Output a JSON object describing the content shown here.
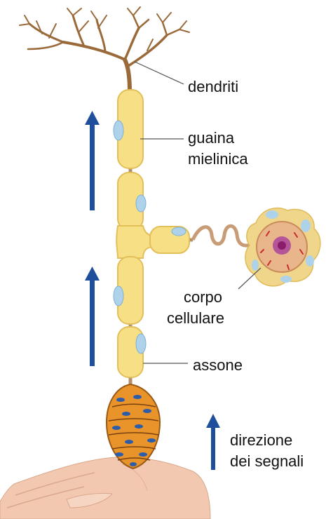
{
  "labels": {
    "dendrites": "dendriti",
    "myelin_sheath_line1": "guaina",
    "myelin_sheath_line2": "mielinica",
    "cell_body_line1": "corpo",
    "cell_body_line2": "cellulare",
    "axon": "assone",
    "signal_direction_line1": "direzione",
    "signal_direction_line2": "dei segnali"
  },
  "colors": {
    "arrow": "#1f4f9c",
    "myelin": "#f7df86",
    "myelin_edge": "#e3bf5a",
    "axon_core": "#b58f6a",
    "dendrite": "#9a6a3a",
    "cell_body": "#e9b58a",
    "nucleus": "#8a1c6b",
    "muscle": "#e8942a",
    "skin": "#f2c9b0",
    "leader_line": "#555555"
  }
}
